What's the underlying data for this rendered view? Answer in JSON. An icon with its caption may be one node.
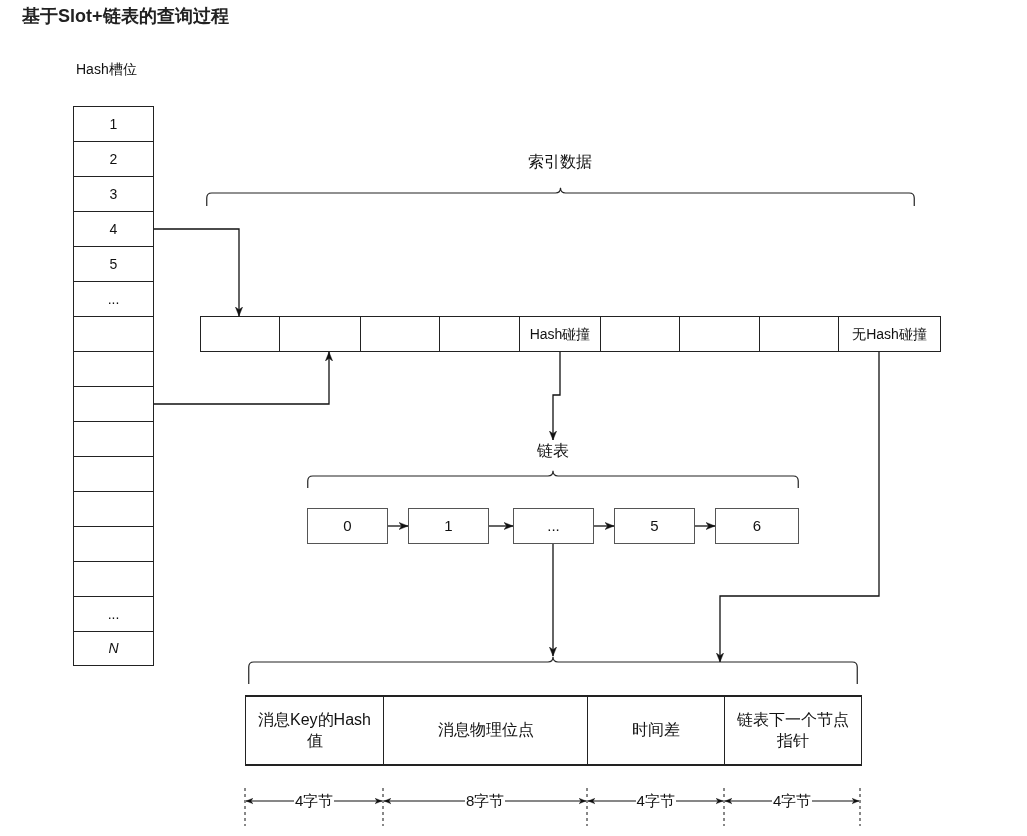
{
  "diagram": {
    "title": "基于Slot+链表的查询过程",
    "nodes": [
      {
        "text": [
          "1"
        ]
      },
      {
        "text": [
          "2"
        ]
      },
      {
        "text": [
          "3"
        ]
      },
      {
        "text": [
          "4"
        ]
      },
      {
        "text": [
          "5"
        ]
      },
      {
        "text": [
          "..."
        ]
      },
      {
        "text": [],
        "shape": "box"
      },
      {
        "text": [],
        "shape": "box"
      },
      {
        "text": [],
        "shape": "box"
      },
      {
        "text": [],
        "shape": "box"
      },
      {
        "text": [],
        "shape": "box"
      },
      {
        "text": [],
        "shape": "box"
      },
      {
        "text": [],
        "shape": "box"
      },
      {
        "text": [],
        "shape": "box"
      },
      {
        "text": [
          "..."
        ]
      },
      {
        "text": [
          "N"
        ]
      },
      {
        "text": [],
        "shape": "box"
      },
      {
        "text": [],
        "shape": "box"
      },
      {
        "text": [],
        "shape": "box"
      },
      {
        "text": [],
        "shape": "box"
      },
      {
        "text": [
          "Hash碰撞"
        ]
      },
      {
        "text": [],
        "shape": "box"
      },
      {
        "text": [],
        "shape": "box"
      },
      {
        "text": [],
        "shape": "box"
      },
      {
        "text": [
          "无Hash碰撞"
        ]
      },
      {
        "text": [
          "链表"
        ]
      },
      {
        "text": [
          "0"
        ]
      },
      {
        "text": [
          "1"
        ]
      },
      {
        "text": [
          "..."
        ]
      },
      {
        "text": [
          "5"
        ]
      },
      {
        "text": [
          "6"
        ]
      },
      {
        "text": [],
        "shape": "brace"
      },
      {
        "text": [
          "消息Key的Hash值"
        ]
      },
      {
        "text": [
          "消息物理位点"
        ]
      },
      {
        "text": [
          "时间差"
        ]
      },
      {
        "text": [
          "链表下一个节点指针"
        ]
      }
    ],
    "edges": [
      {
        "from": 3,
        "to": 16,
        "arrow": "to"
      },
      {
        "from": 8,
        "to": 17,
        "arrow": "to"
      },
      {
        "from": 20,
        "to": 25,
        "arrow": "to"
      },
      {
        "from": 26,
        "to": 27,
        "arrow": "to"
      },
      {
        "from": 27,
        "to": 28,
        "arrow": "to"
      },
      {
        "from": 28,
        "to": 29,
        "arrow": "to"
      },
      {
        "from": 29,
        "to": 30,
        "arrow": "to"
      },
      {
        "from": 28,
        "to": 31,
        "arrow": "to"
      },
      {
        "from": 24,
        "to": 31,
        "arrow": "to"
      }
    ],
    "labels": [
      "Hash槽位",
      "索引数据",
      "4字节",
      "8字节",
      "4字节",
      "4字节"
    ]
  }
}
